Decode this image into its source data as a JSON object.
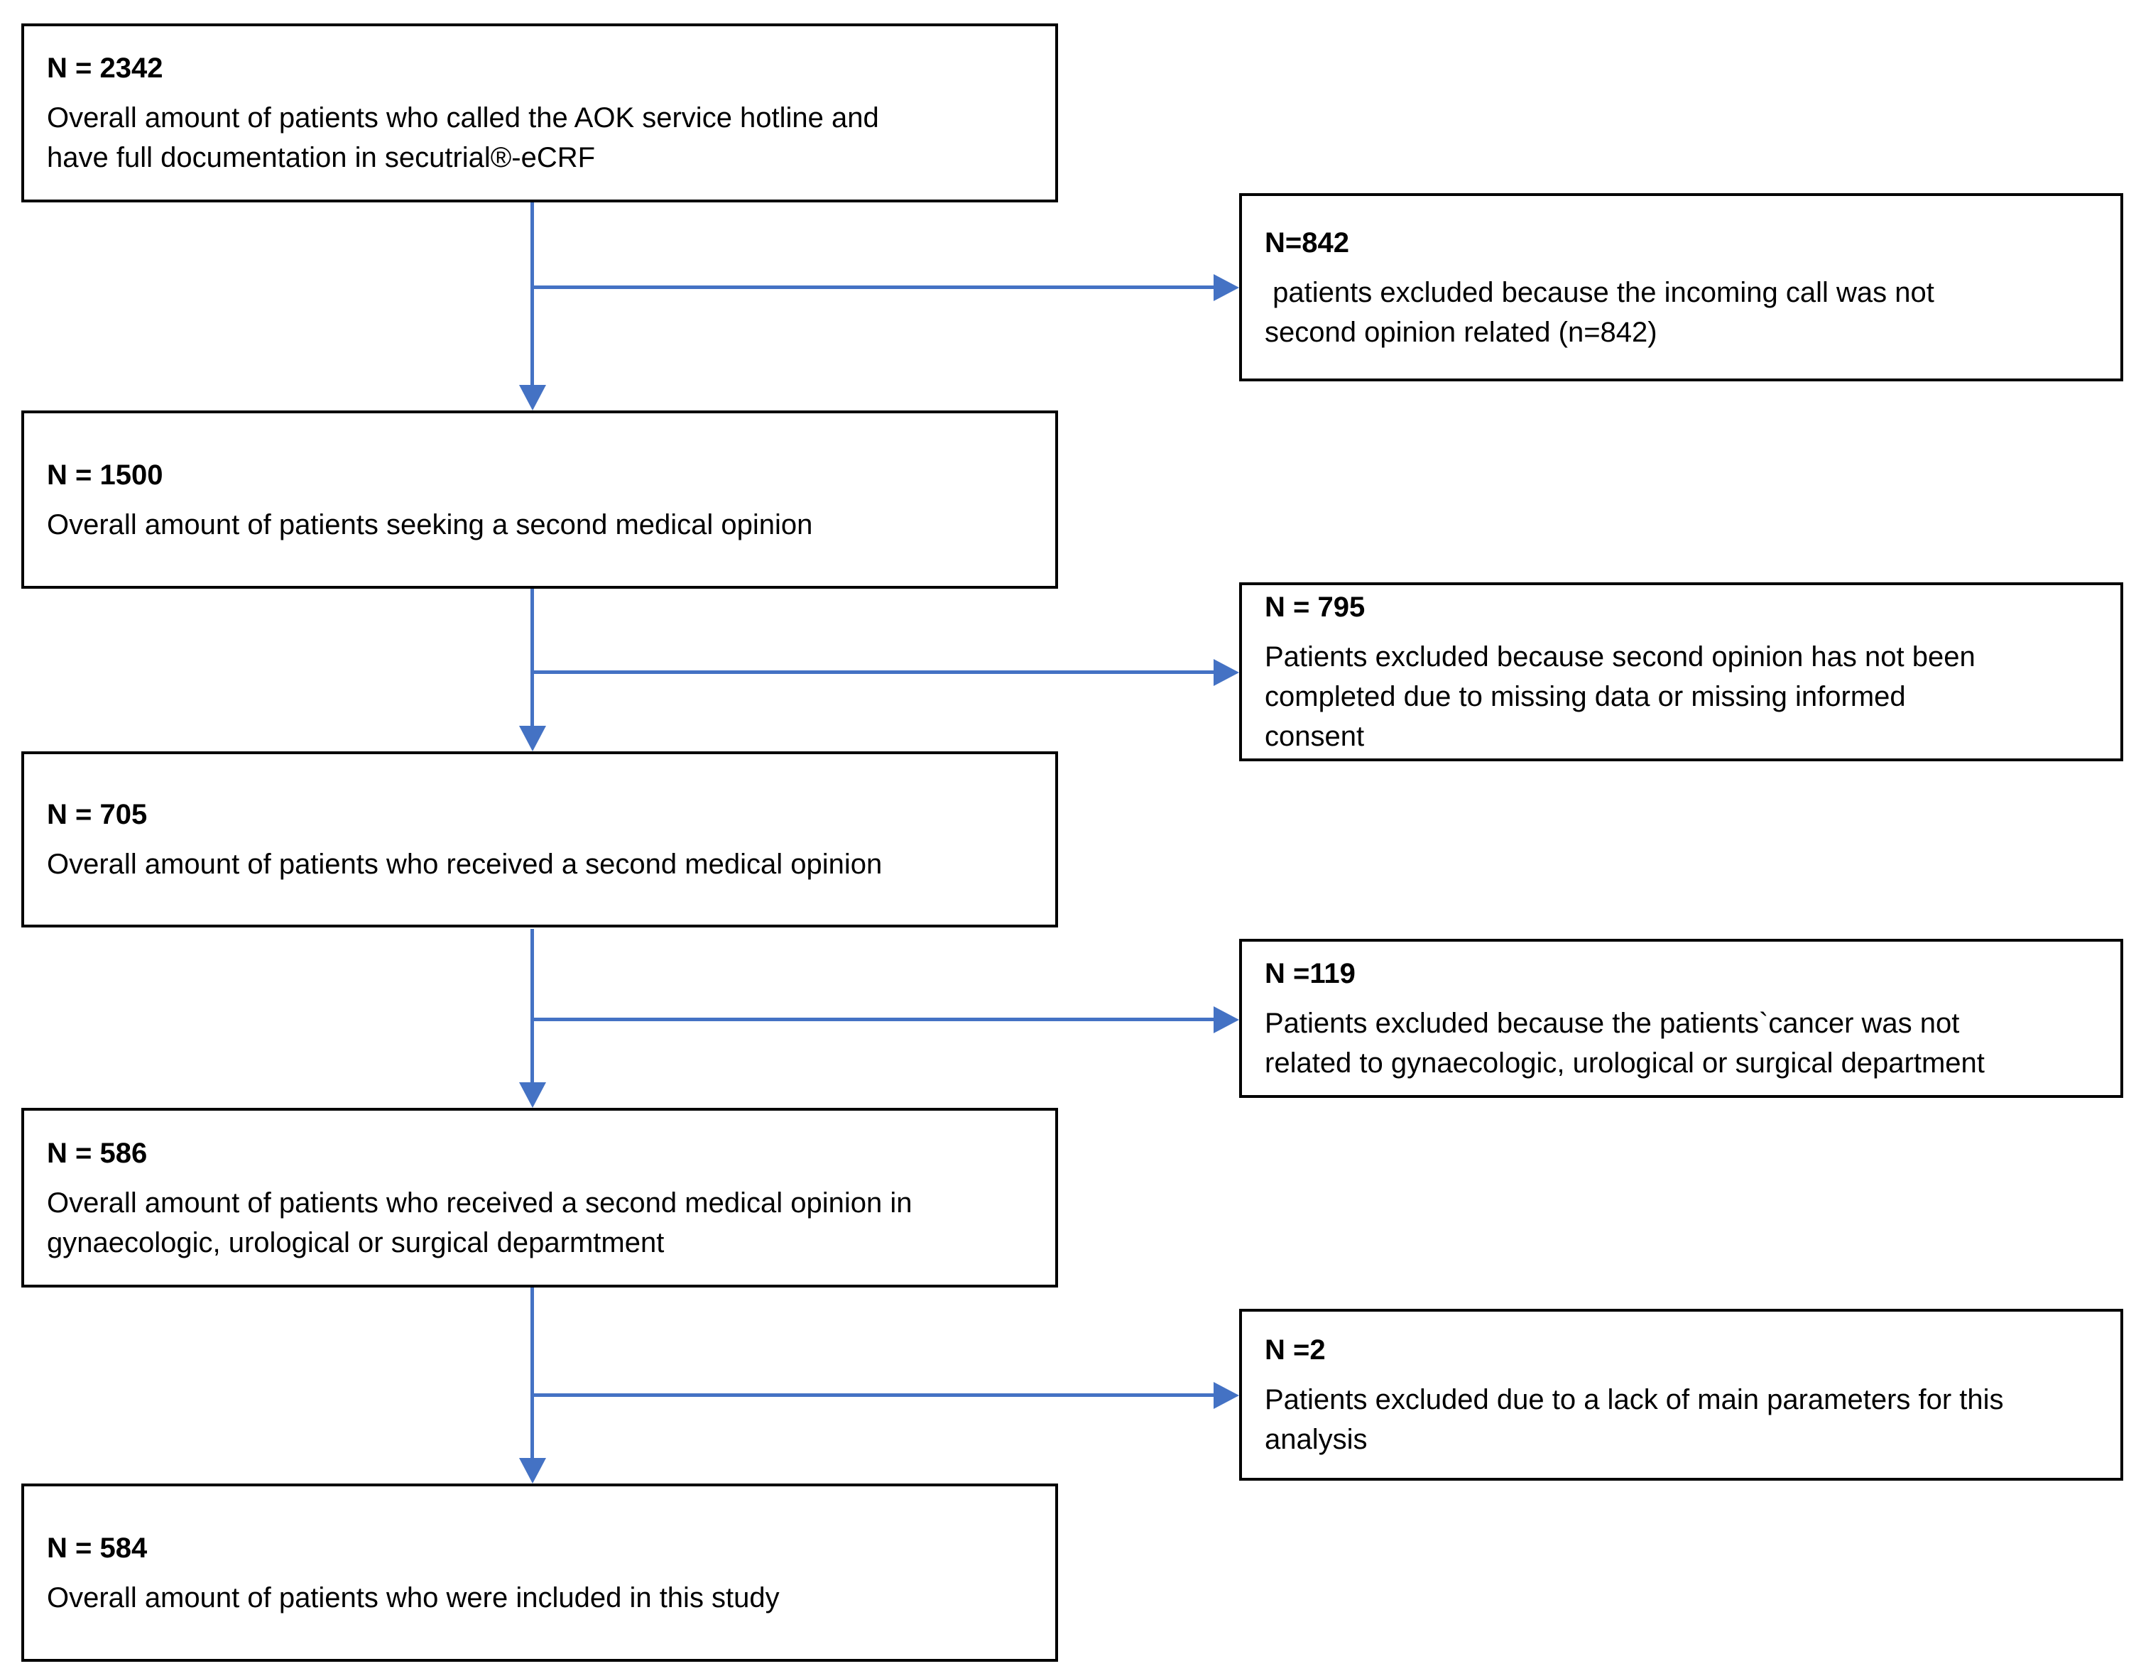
{
  "diagram": {
    "type": "patient-flowchart",
    "colors": {
      "arrow": "#4472C4",
      "box_border": "#000000",
      "background": "#FFFFFF",
      "text": "#000000"
    },
    "steps": [
      {
        "n": "N = 2342",
        "description": "Overall amount of patients who called the AOK service hotline and\nhave full documentation in secutrial®-eCRF"
      },
      {
        "n": "N = 1500",
        "description": "Overall amount of patients seeking a second medical opinion"
      },
      {
        "n": "N = 705",
        "description": "Overall amount of patients who received a second medical opinion"
      },
      {
        "n": "N = 586",
        "description": "Overall amount of patients who received a second medical opinion in\ngynaecologic, urological or surgical deparmtment"
      },
      {
        "n": "N = 584",
        "description": "Overall amount of patients who were included in this study"
      }
    ],
    "exclusions": [
      {
        "n": "N=842",
        "description": " patients excluded because the incoming call was not\nsecond opinion related (n=842)"
      },
      {
        "n": "N = 795",
        "description": "Patients excluded because second opinion has not been\ncompleted due to missing data or missing informed\nconsent"
      },
      {
        "n": "N =119",
        "description": "Patients excluded because the patients`cancer was not\nrelated to gynaecologic, urological or surgical department"
      },
      {
        "n": "N =2",
        "description": "Patients excluded due to a lack of main parameters for this\nanalysis"
      }
    ]
  }
}
